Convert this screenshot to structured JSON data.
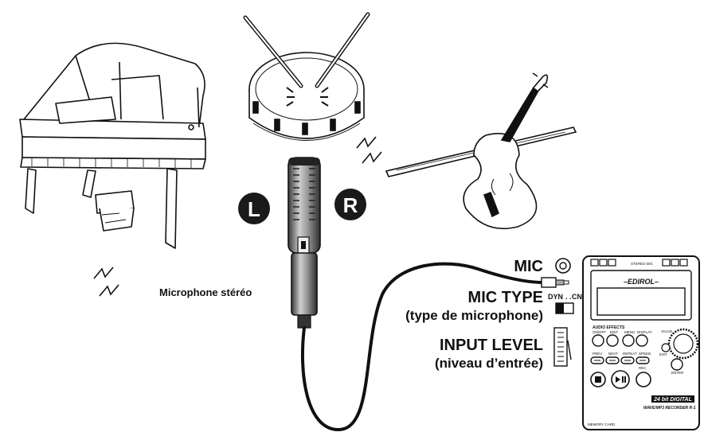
{
  "labels": {
    "left_channel": "L",
    "right_channel": "R",
    "stereo_mic": "Microphone stéréo",
    "mic_jack": "MIC",
    "mic_type": "MIC TYPE",
    "mic_type_sub": "(type de microphone)",
    "switch_dyn": "DYN",
    "switch_cnd": "CND",
    "input_level": "INPUT LEVEL",
    "input_level_sub": "(niveau d’entrée)"
  },
  "recorder": {
    "brand": "–EDIROL–",
    "stereo_mic_tag": "STEREO MIC",
    "audio_effects": "AUDIO EFFECTS",
    "on_off": "ON/OFF",
    "edit": "EDIT",
    "menu": "MENU",
    "display": "DISPLAY",
    "value": "VALUE",
    "exit": "EXIT",
    "enter": "ENTER",
    "prev": "PREV",
    "next": "NEXT",
    "repeat": "REPEAT",
    "speed": "SPEED",
    "rec": "REC",
    "digital_24bit": "24 bit DIGITAL",
    "model_line": "WAVE/MP3 RECORDER R-1",
    "memory_card": "MEMORY CARD"
  },
  "colors": {
    "ink": "#111111",
    "badge": "#1a1a1a",
    "mic_body": "#8c8c8c"
  }
}
